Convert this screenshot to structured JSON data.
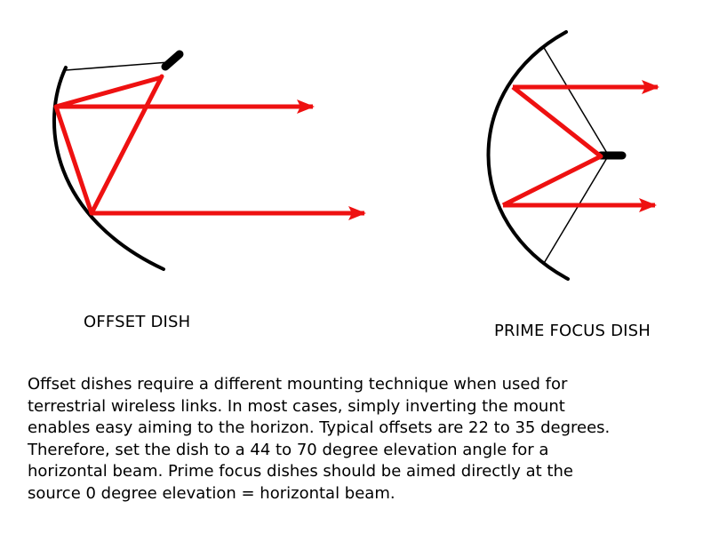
{
  "offset_dish": {
    "label": "OFFSET DISH"
  },
  "prime_focus_dish": {
    "label": "PRIME FOCUS DISH"
  },
  "caption": {
    "lines": [
      "Offset dishes require a different mounting technique when used for",
      "terrestrial wireless links.  In most cases, simply inverting the mount",
      "enables easy aiming to the horizon.  Typical offsets are 22 to 35 degrees.",
      "Therefore, set the dish to a 44 to 70 degree elevation angle for a",
      "horizontal beam.  Prime focus dishes should be aimed directly at the",
      "source 0 degree elevation = horizontal beam."
    ]
  },
  "colors": {
    "beam": "#ee1111",
    "dish": "#000000"
  }
}
